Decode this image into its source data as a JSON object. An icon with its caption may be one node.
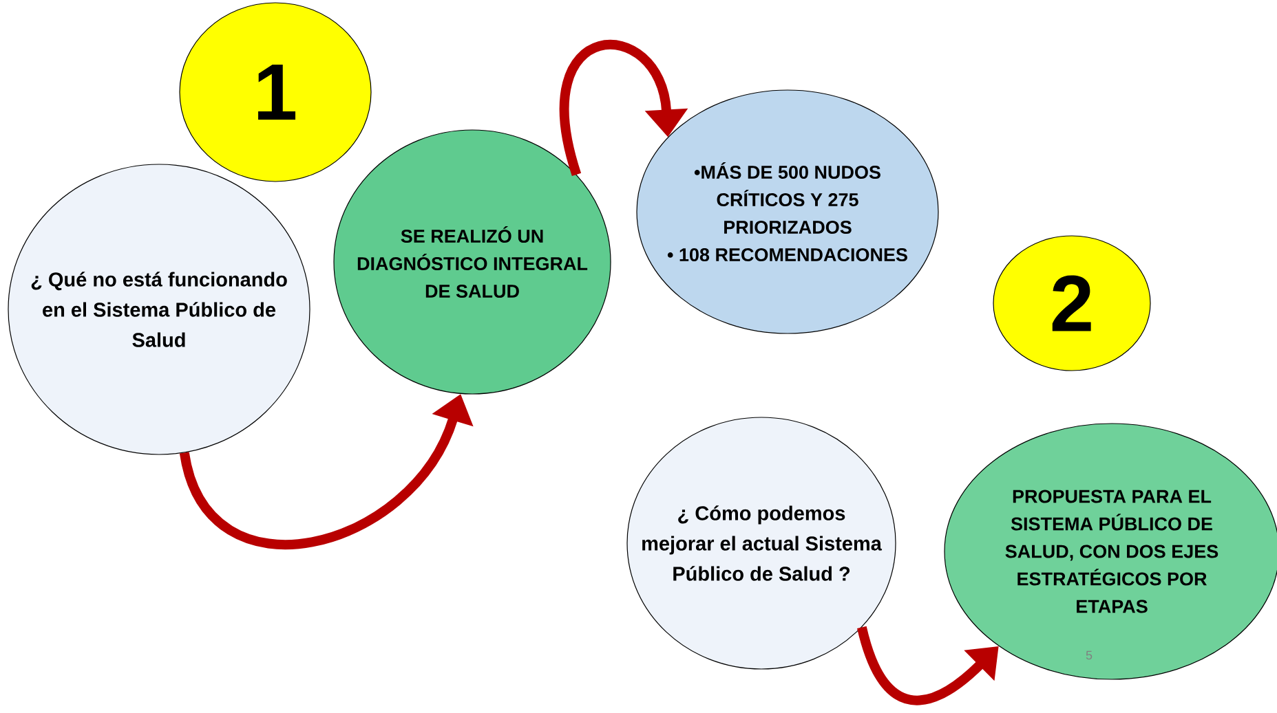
{
  "diagram": {
    "nodes": [
      {
        "text": [
          "1"
        ]
      },
      {
        "text": [
          "¿ Qué no está funcionando en el Sistema Público de Salud"
        ]
      },
      {
        "text": [
          "SE REALIZÓ UN DIAGNÓSTICO INTEGRAL DE SALUD"
        ]
      },
      {
        "text": [
          "•MÁS DE 500 NUDOS CRÍTICOS Y 275 PRIORIZADOS",
          "• 108 RECOMENDACIONES"
        ]
      },
      {
        "text": [
          "2"
        ]
      },
      {
        "text": [
          "¿ Cómo podemos mejorar el actual Sistema Público de Salud ?"
        ]
      },
      {
        "text": [
          "PROPUESTA PARA EL SISTEMA PÚBLICO DE SALUD, CON DOS EJES ESTRATÉGICOS POR ETAPAS"
        ]
      }
    ],
    "edges": [
      {
        "from": 1,
        "to": 2,
        "arrow": "to"
      },
      {
        "from": 2,
        "to": 3,
        "arrow": "to"
      },
      {
        "from": 5,
        "to": 6,
        "arrow": "to"
      }
    ],
    "labels": [
      "5"
    ]
  }
}
